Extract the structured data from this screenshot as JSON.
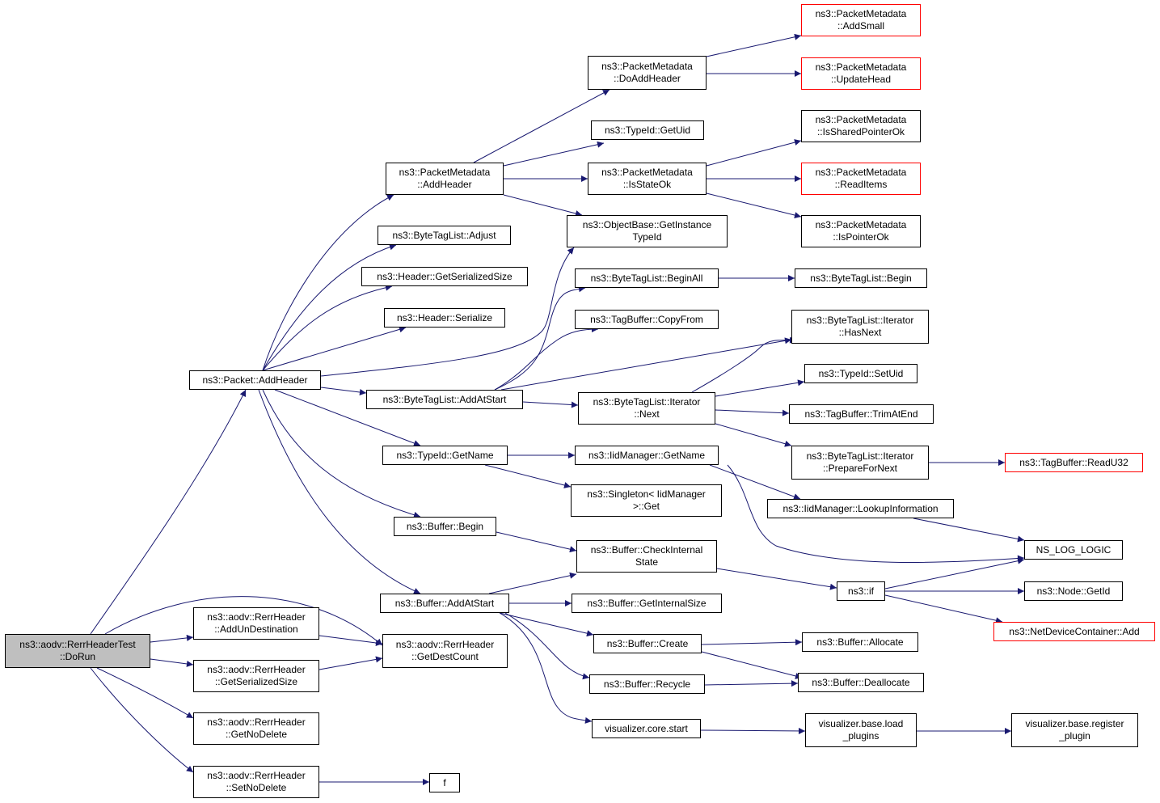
{
  "colors": {
    "edge": "#191970",
    "root_fill": "#bfbfbf",
    "truncated_border": "#ff0000"
  },
  "nodes": [
    {
      "id": "root",
      "lines": [
        "ns3::aodv::RerrHeaderTest",
        "::DoRun"
      ]
    },
    {
      "id": "addUnDest",
      "lines": [
        "ns3::aodv::RerrHeader",
        "::AddUnDestination"
      ]
    },
    {
      "id": "getSerSizeRerr",
      "lines": [
        "ns3::aodv::RerrHeader",
        "::GetSerializedSize"
      ]
    },
    {
      "id": "getNoDelete",
      "lines": [
        "ns3::aodv::RerrHeader",
        "::GetNoDelete"
      ]
    },
    {
      "id": "setNoDelete",
      "lines": [
        "ns3::aodv::RerrHeader",
        "::SetNoDelete"
      ]
    },
    {
      "id": "getDestCount",
      "lines": [
        "ns3::aodv::RerrHeader",
        "::GetDestCount"
      ]
    },
    {
      "id": "f",
      "lines": [
        "f"
      ]
    },
    {
      "id": "packetAddHeader",
      "lines": [
        "ns3::Packet::AddHeader"
      ]
    },
    {
      "id": "pmAddHeader",
      "lines": [
        "ns3::PacketMetadata",
        "::AddHeader"
      ]
    },
    {
      "id": "btlAdjust",
      "lines": [
        "ns3::ByteTagList::Adjust"
      ]
    },
    {
      "id": "hdrGetSer",
      "lines": [
        "ns3::Header::GetSerializedSize"
      ]
    },
    {
      "id": "hdrSerialize",
      "lines": [
        "ns3::Header::Serialize"
      ]
    },
    {
      "id": "btlAddAtStart",
      "lines": [
        "ns3::ByteTagList::AddAtStart"
      ]
    },
    {
      "id": "typeIdGetName",
      "lines": [
        "ns3::TypeId::GetName"
      ]
    },
    {
      "id": "bufBegin",
      "lines": [
        "ns3::Buffer::Begin"
      ]
    },
    {
      "id": "bufAddAtStart",
      "lines": [
        "ns3::Buffer::AddAtStart"
      ]
    },
    {
      "id": "pmDoAddHeader",
      "lines": [
        "ns3::PacketMetadata",
        "::DoAddHeader"
      ]
    },
    {
      "id": "typeIdGetUid",
      "lines": [
        "ns3::TypeId::GetUid"
      ]
    },
    {
      "id": "pmIsStateOk",
      "lines": [
        "ns3::PacketMetadata",
        "::IsStateOk"
      ]
    },
    {
      "id": "objBaseGetInst",
      "lines": [
        "ns3::ObjectBase::GetInstance",
        "TypeId"
      ]
    },
    {
      "id": "btlBeginAll",
      "lines": [
        "ns3::ByteTagList::BeginAll"
      ]
    },
    {
      "id": "tagBufCopyFrom",
      "lines": [
        "ns3::TagBuffer::CopyFrom"
      ]
    },
    {
      "id": "btlIterNext",
      "lines": [
        "ns3::ByteTagList::Iterator",
        "::Next"
      ]
    },
    {
      "id": "iidGetName",
      "lines": [
        "ns3::IidManager::GetName"
      ]
    },
    {
      "id": "singletonGet",
      "lines": [
        "ns3::Singleton< IidManager",
        ">::Get"
      ]
    },
    {
      "id": "bufCheckInternal",
      "lines": [
        "ns3::Buffer::CheckInternal",
        "State"
      ]
    },
    {
      "id": "bufGetInternalSize",
      "lines": [
        "ns3::Buffer::GetInternalSize"
      ]
    },
    {
      "id": "bufCreate",
      "lines": [
        "ns3::Buffer::Create"
      ]
    },
    {
      "id": "bufRecycle",
      "lines": [
        "ns3::Buffer::Recycle"
      ]
    },
    {
      "id": "vizCoreStart",
      "lines": [
        "visualizer.core.start"
      ]
    },
    {
      "id": "pmAddSmall",
      "lines": [
        "ns3::PacketMetadata",
        "::AddSmall"
      ],
      "truncated": true
    },
    {
      "id": "pmUpdateHead",
      "lines": [
        "ns3::PacketMetadata",
        "::UpdateHead"
      ],
      "truncated": true
    },
    {
      "id": "pmIsSharedPtr",
      "lines": [
        "ns3::PacketMetadata",
        "::IsSharedPointerOk"
      ]
    },
    {
      "id": "pmReadItems",
      "lines": [
        "ns3::PacketMetadata",
        "::ReadItems"
      ],
      "truncated": true
    },
    {
      "id": "pmIsPointerOk",
      "lines": [
        "ns3::PacketMetadata",
        "::IsPointerOk"
      ]
    },
    {
      "id": "btlBegin",
      "lines": [
        "ns3::ByteTagList::Begin"
      ]
    },
    {
      "id": "btlIterHasNext",
      "lines": [
        "ns3::ByteTagList::Iterator",
        "::HasNext"
      ]
    },
    {
      "id": "typeIdSetUid",
      "lines": [
        "ns3::TypeId::SetUid"
      ]
    },
    {
      "id": "tagBufTrimAtEnd",
      "lines": [
        "ns3::TagBuffer::TrimAtEnd"
      ]
    },
    {
      "id": "btlIterPrepare",
      "lines": [
        "ns3::ByteTagList::Iterator",
        "::PrepareForNext"
      ]
    },
    {
      "id": "tagBufReadU32",
      "lines": [
        "ns3::TagBuffer::ReadU32"
      ],
      "truncated": true
    },
    {
      "id": "iidLookupInfo",
      "lines": [
        "ns3::IidManager::LookupInformation"
      ]
    },
    {
      "id": "nsLogLogic",
      "lines": [
        "NS_LOG_LOGIC"
      ]
    },
    {
      "id": "ns3if",
      "lines": [
        "ns3::if"
      ]
    },
    {
      "id": "nodeGetId",
      "lines": [
        "ns3::Node::GetId"
      ]
    },
    {
      "id": "netDevContAdd",
      "lines": [
        "ns3::NetDeviceContainer::Add"
      ],
      "truncated": true
    },
    {
      "id": "bufAllocate",
      "lines": [
        "ns3::Buffer::Allocate"
      ]
    },
    {
      "id": "bufDeallocate",
      "lines": [
        "ns3::Buffer::Deallocate"
      ]
    },
    {
      "id": "vizLoadPlugins",
      "lines": [
        "visualizer.base.load",
        "_plugins"
      ]
    },
    {
      "id": "vizRegisterPlugin",
      "lines": [
        "visualizer.base.register",
        "_plugin"
      ]
    }
  ]
}
